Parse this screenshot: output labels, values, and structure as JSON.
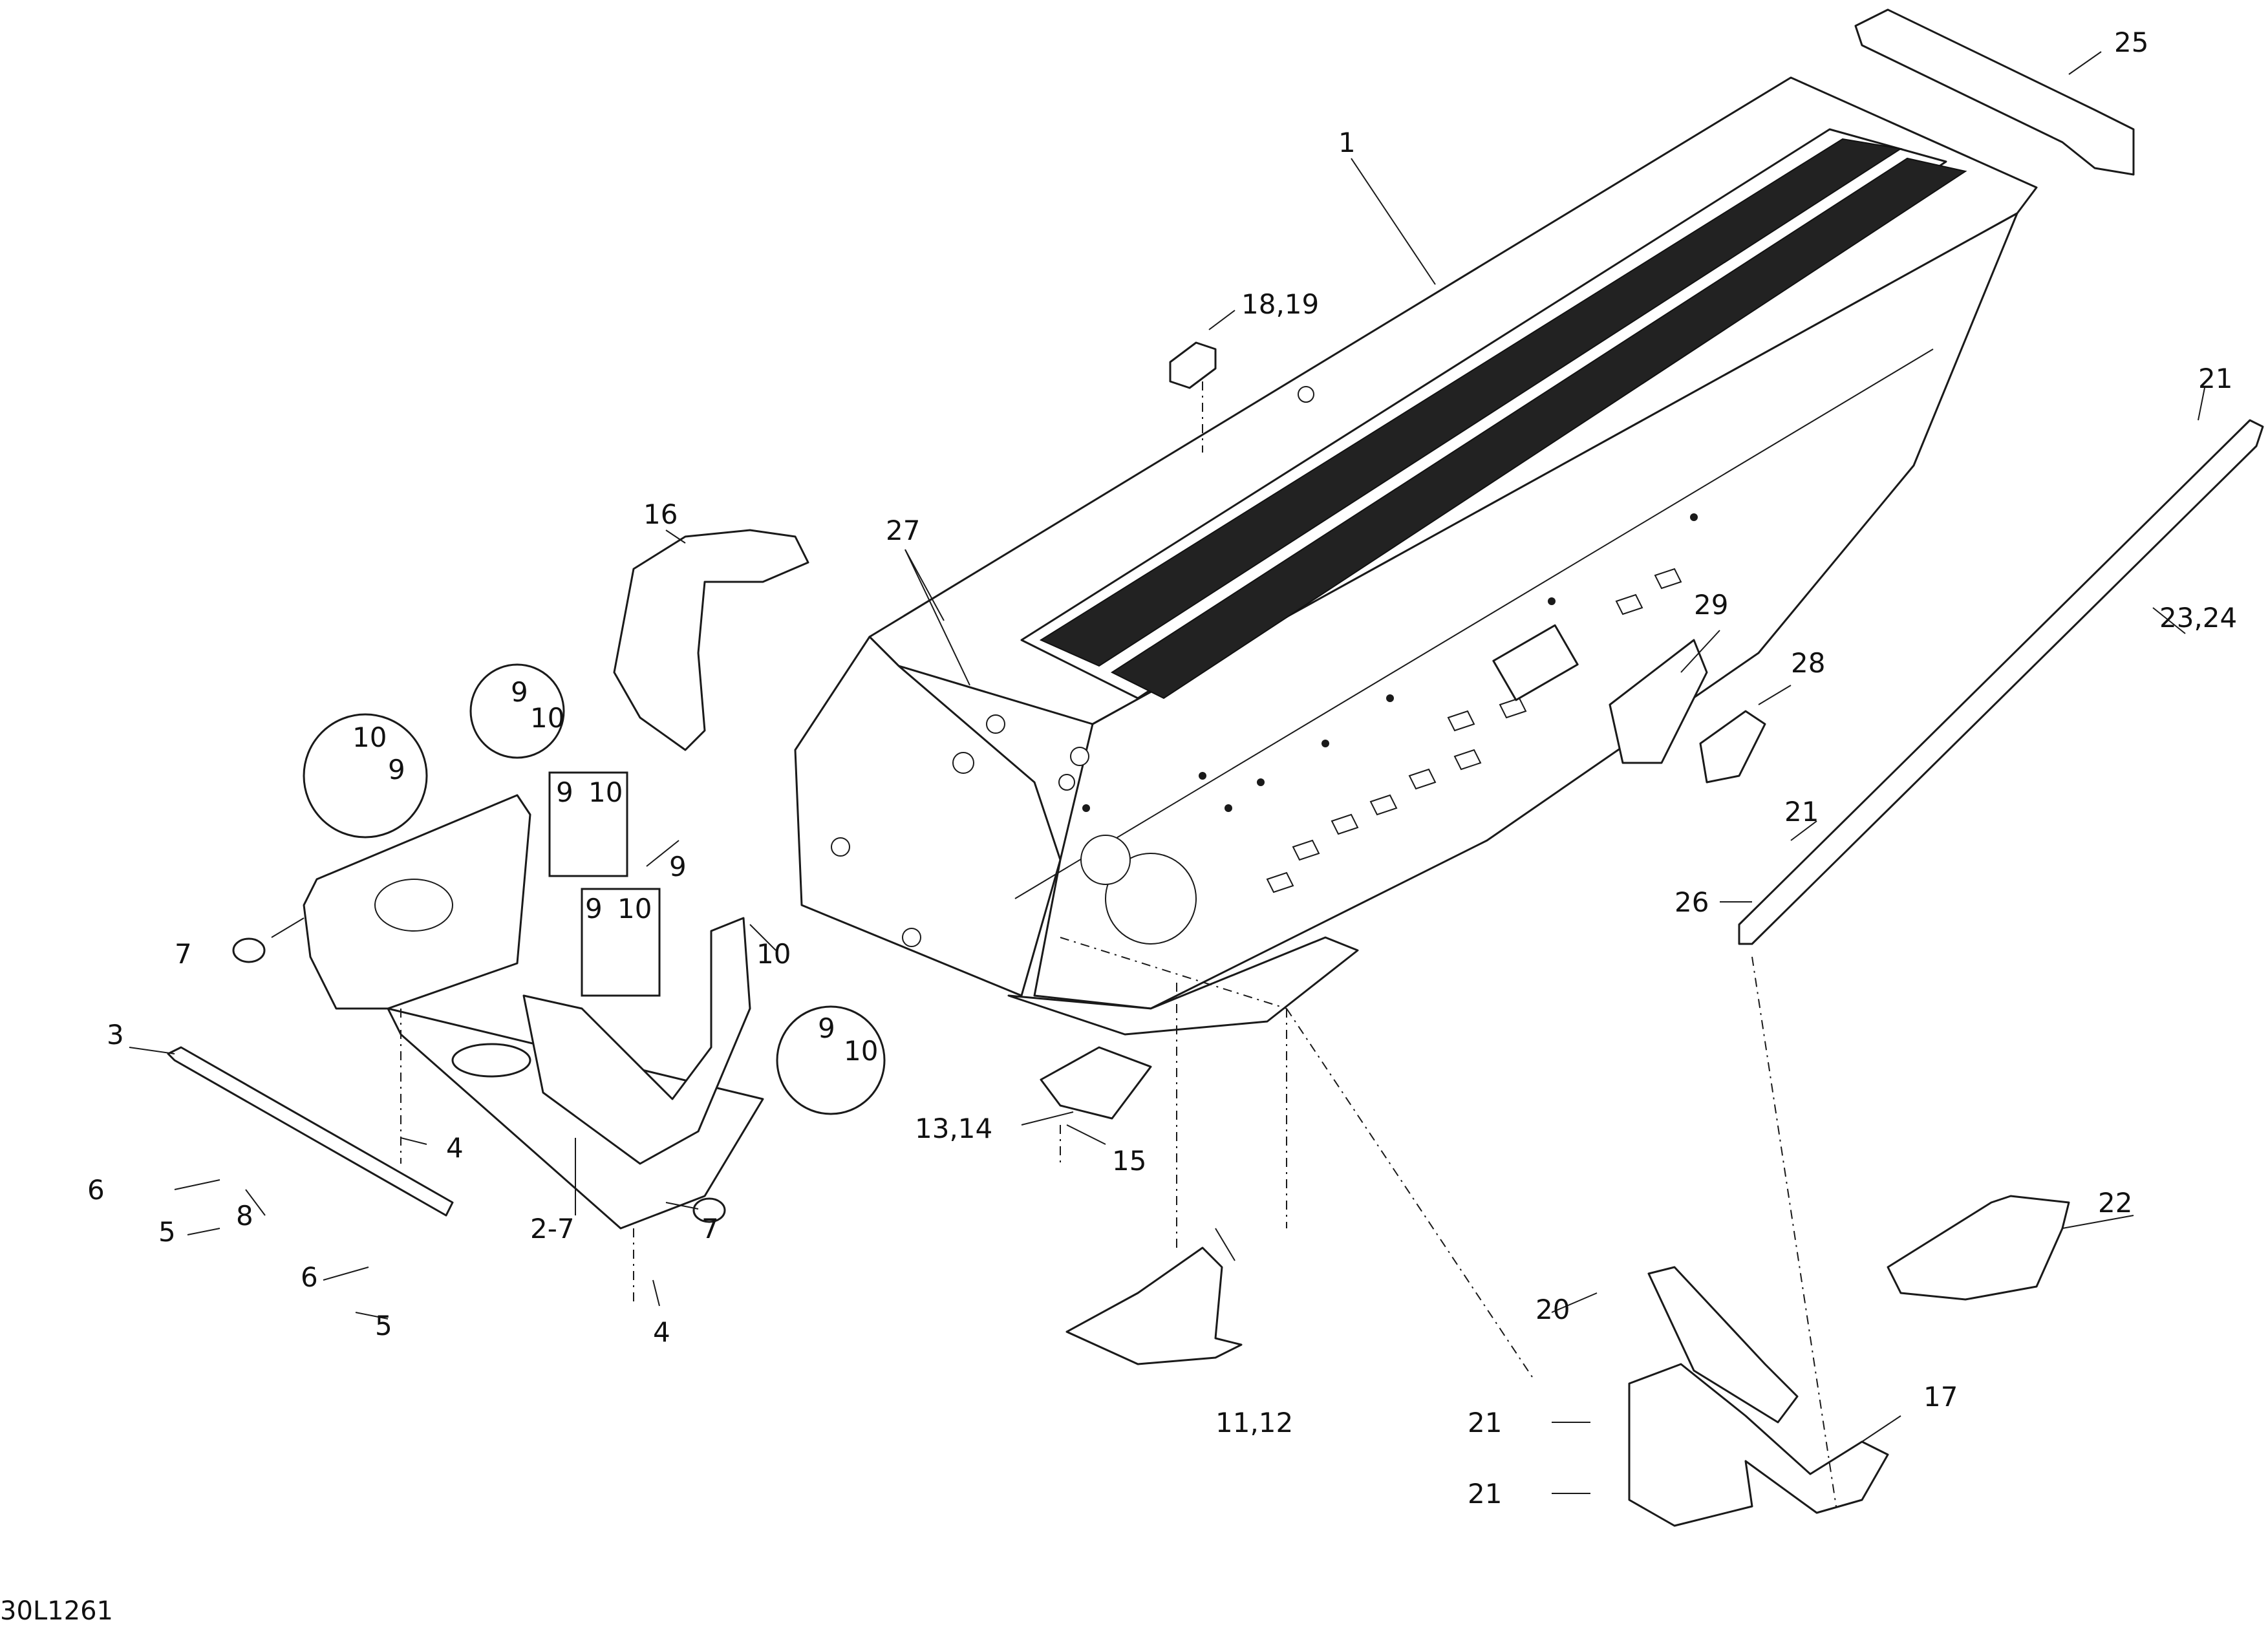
{
  "diagram": {
    "reference_code": "30L1261",
    "callouts": {
      "c1": "1",
      "c25": "25",
      "c18_19": "18,19",
      "c21_top": "21",
      "c23_24": "23,24",
      "c29": "29",
      "c28": "28",
      "c21_mid": "21",
      "c26": "26",
      "c27": "27",
      "c16": "16",
      "c9_a": "9",
      "c10_a": "10",
      "c10_b": "10",
      "c9_b": "9",
      "c9_c": "9",
      "c10_c": "10",
      "c9_d": "9",
      "c9_e": "9",
      "c10_e": "10",
      "c10_d": "10",
      "c9_f": "9",
      "c10_f": "10",
      "c7_left": "7",
      "c3": "3",
      "c6_top": "6",
      "c4_top": "4",
      "c5_top": "5",
      "c8": "8",
      "c2_7": "2-7",
      "c7_mid": "7",
      "c6_bot": "6",
      "c5_bot": "5",
      "c4_bot": "4",
      "c13_14": "13,14",
      "c15": "15",
      "c11_12": "11,12",
      "c22": "22",
      "c20": "20",
      "c17": "17",
      "c21_low1": "21",
      "c21_low2": "21"
    }
  }
}
